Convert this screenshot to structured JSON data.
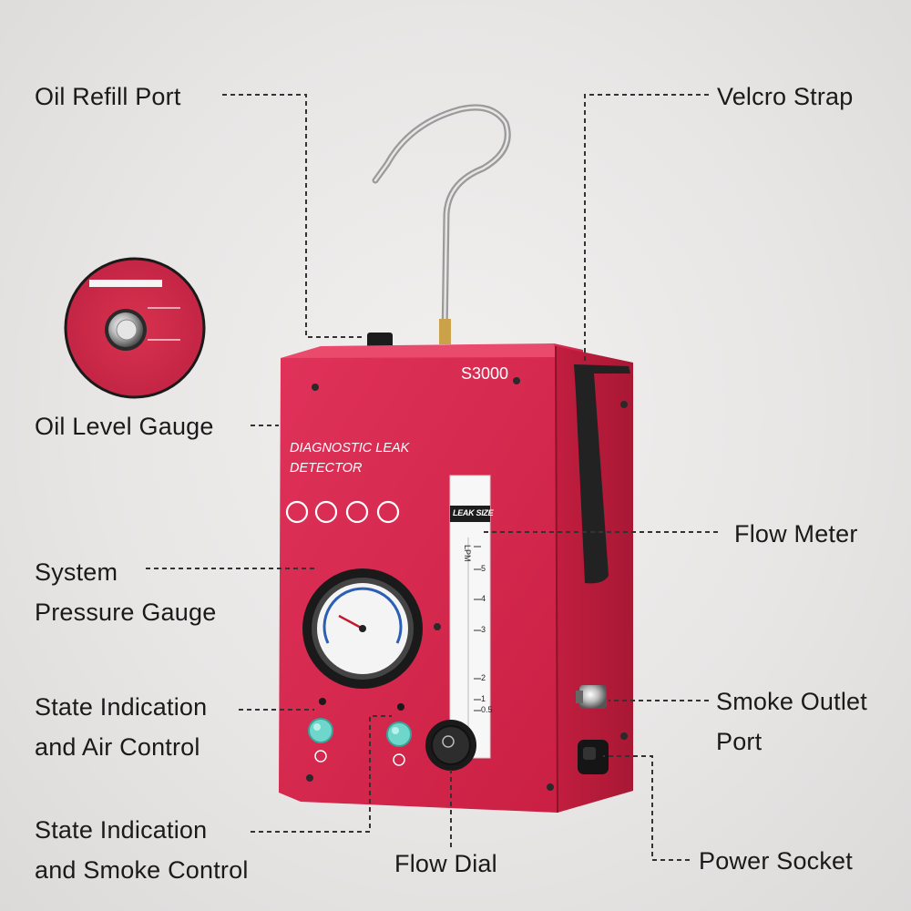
{
  "device": {
    "model": "S3000",
    "title_line1": "DIAGNOSTIC LEAK",
    "title_line2": "DETECTOR",
    "flowmeter_header": "LEAK SIZE",
    "flowmeter_unit": "LPM",
    "flowmeter_ticks": [
      "5",
      "4",
      "3",
      "2",
      "1",
      "0.5"
    ]
  },
  "callouts": {
    "oil_refill_port": "Oil Refill Port",
    "velcro_strap": "Velcro Strap",
    "oil_level_gauge": "Oil Level Gauge",
    "flow_meter": "Flow Meter",
    "system_pressure_gauge_1": "System",
    "system_pressure_gauge_2": "Pressure Gauge",
    "air_control_1": "State Indication",
    "air_control_2": "and Air Control",
    "smoke_outlet_1": "Smoke Outlet",
    "smoke_outlet_2": "Port",
    "smoke_control_1": "State Indication",
    "smoke_control_2": "and Smoke Control",
    "flow_dial": "Flow Dial",
    "power_socket": "Power Socket"
  },
  "colors": {
    "body_red": "#d6264a",
    "body_side": "#b81d3b",
    "button_teal": "#5fd1c4"
  }
}
